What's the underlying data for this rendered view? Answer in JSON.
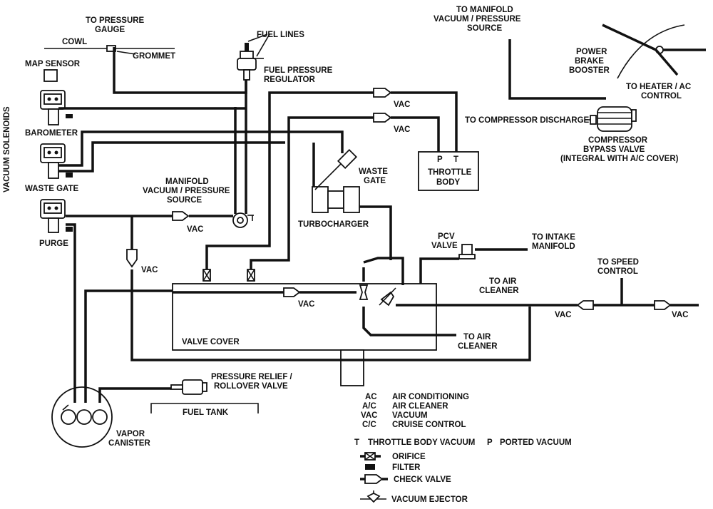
{
  "side_title": "VACUUM SOLENOIDS",
  "labels": {
    "to_pressure_gauge_1": "TO PRESSURE",
    "to_pressure_gauge_2": "GAUGE",
    "cowl": "COWL",
    "grommet": "GROMMET",
    "map_sensor": "MAP SENSOR",
    "barometer": "BAROMETER",
    "waste_gate_solenoid": "WASTE GATE",
    "purge": "PURGE",
    "fuel_lines": "FUEL LINES",
    "fuel_pressure_regulator_1": "FUEL PRESSURE",
    "fuel_pressure_regulator_2": "REGULATOR",
    "manifold_source_1": "MANIFOLD",
    "manifold_source_2": "VACUUM / PRESSURE",
    "manifold_source_3": "SOURCE",
    "waste_gate_1": "WASTE",
    "waste_gate_2": "GATE",
    "turbocharger": "TURBOCHARGER",
    "throttle_p": "P",
    "throttle_t": "T",
    "throttle_body_1": "THROTTLE",
    "throttle_body_2": "BODY",
    "to_manifold_1": "TO MANIFOLD",
    "to_manifold_2": "VACUUM / PRESSURE",
    "to_manifold_3": "SOURCE",
    "power_brake_1": "POWER",
    "power_brake_2": "BRAKE",
    "power_brake_3": "BOOSTER",
    "to_heater_1": "TO HEATER / AC",
    "to_heater_2": "CONTROL",
    "to_compressor_discharge": "TO COMPRESSOR DISCHARGE",
    "compressor_bypass_1": "COMPRESSOR",
    "compressor_bypass_2": "BYPASS VALVE",
    "compressor_bypass_3": "(INTEGRAL WITH A/C COVER)",
    "pcv_1": "PCV",
    "pcv_2": "VALVE",
    "to_intake_1": "TO INTAKE",
    "to_intake_2": "MANIFOLD",
    "to_air_cleaner_1a": "TO AIR",
    "to_air_cleaner_1b": "CLEANER",
    "to_air_cleaner_2a": "TO AIR",
    "to_air_cleaner_2b": "CLEANER",
    "to_speed_1": "TO SPEED",
    "to_speed_2": "CONTROL",
    "valve_cover": "VALVE COVER",
    "pressure_relief_1": "PRESSURE RELIEF /",
    "pressure_relief_2": "ROLLOVER VALVE",
    "fuel_tank": "FUEL TANK",
    "vapor_canister_1": "VAPOR",
    "vapor_canister_2": "CANISTER",
    "vac": "VAC"
  },
  "legend": {
    "abbreviations": [
      {
        "code": "AC",
        "text": "AIR CONDITIONING"
      },
      {
        "code": "A/C",
        "text": "AIR CLEANER"
      },
      {
        "code": "VAC",
        "text": "VACUUM"
      },
      {
        "code": "C/C",
        "text": "CRUISE CONTROL"
      }
    ],
    "t_code": "T",
    "t_text": "THROTTLE BODY VACUUM",
    "p_code": "P",
    "p_text": "PORTED VACUUM",
    "orifice": "ORIFICE",
    "filter": "FILTER",
    "check_valve": "CHECK VALVE",
    "vacuum_ejector": "VACUUM EJECTOR"
  }
}
